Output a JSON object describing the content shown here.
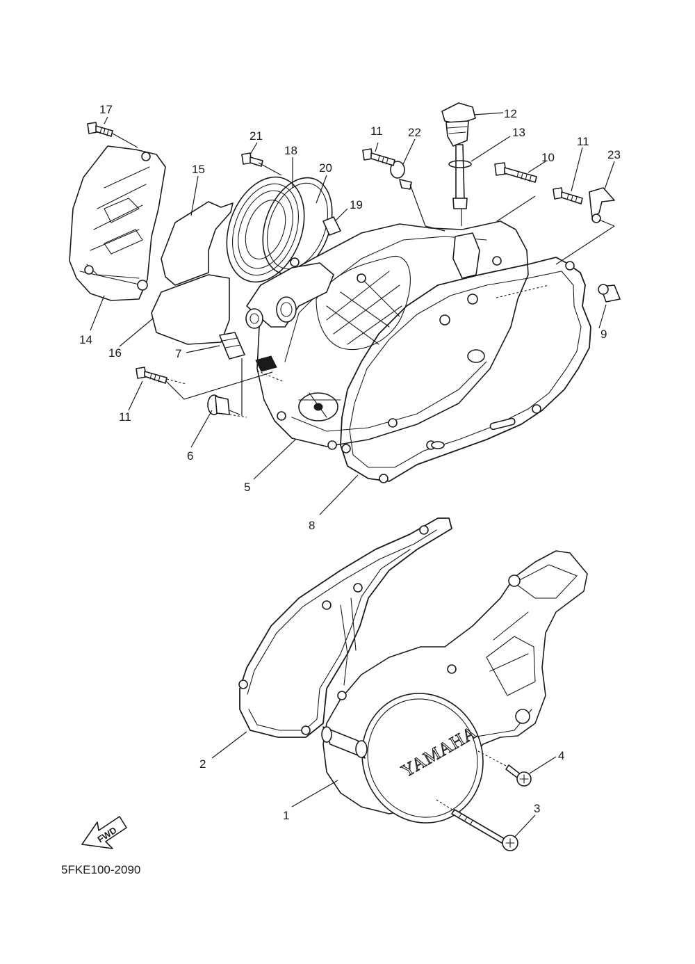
{
  "diagram": {
    "drawing_code": "5FKE100-2090",
    "emblem_text": "YAMAHA",
    "direction_label": "FWD",
    "callouts": [
      "1",
      "2",
      "3",
      "4",
      "5",
      "6",
      "7",
      "8",
      "9",
      "10",
      "11",
      "11",
      "11",
      "12",
      "13",
      "14",
      "15",
      "16",
      "17",
      "18",
      "19",
      "20",
      "21",
      "22",
      "23"
    ]
  }
}
